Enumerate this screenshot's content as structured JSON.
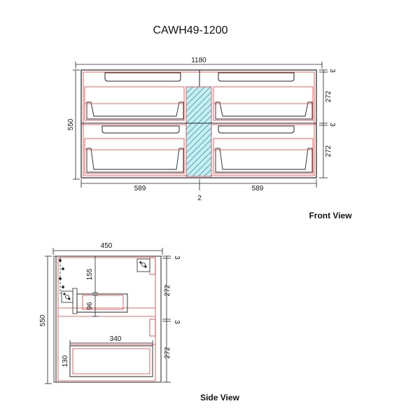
{
  "title": "CAWH49-1200",
  "front_view": {
    "label": "Front View",
    "overall_width": "1180",
    "overall_height": "550",
    "top_gap": "3",
    "mid_gap": "3",
    "drawer_height_top": "272",
    "drawer_height_bottom": "272",
    "left_width": "589",
    "right_width": "589",
    "center_gap": "2"
  },
  "side_view": {
    "label": "Side View",
    "overall_depth": "450",
    "overall_height": "550",
    "top_gap": "3",
    "mid_gap": "3",
    "drawer_height_top": "272",
    "drawer_height_bottom": "272",
    "upper_offset": "155",
    "upper_tray_height": "96",
    "lower_tray_depth": "340",
    "lower_tray_height": "130"
  },
  "colors": {
    "outline": "#222222",
    "red": "#e03a3a",
    "hatch": "#4aa8b8",
    "fill_cyan": "#c9eef2"
  }
}
